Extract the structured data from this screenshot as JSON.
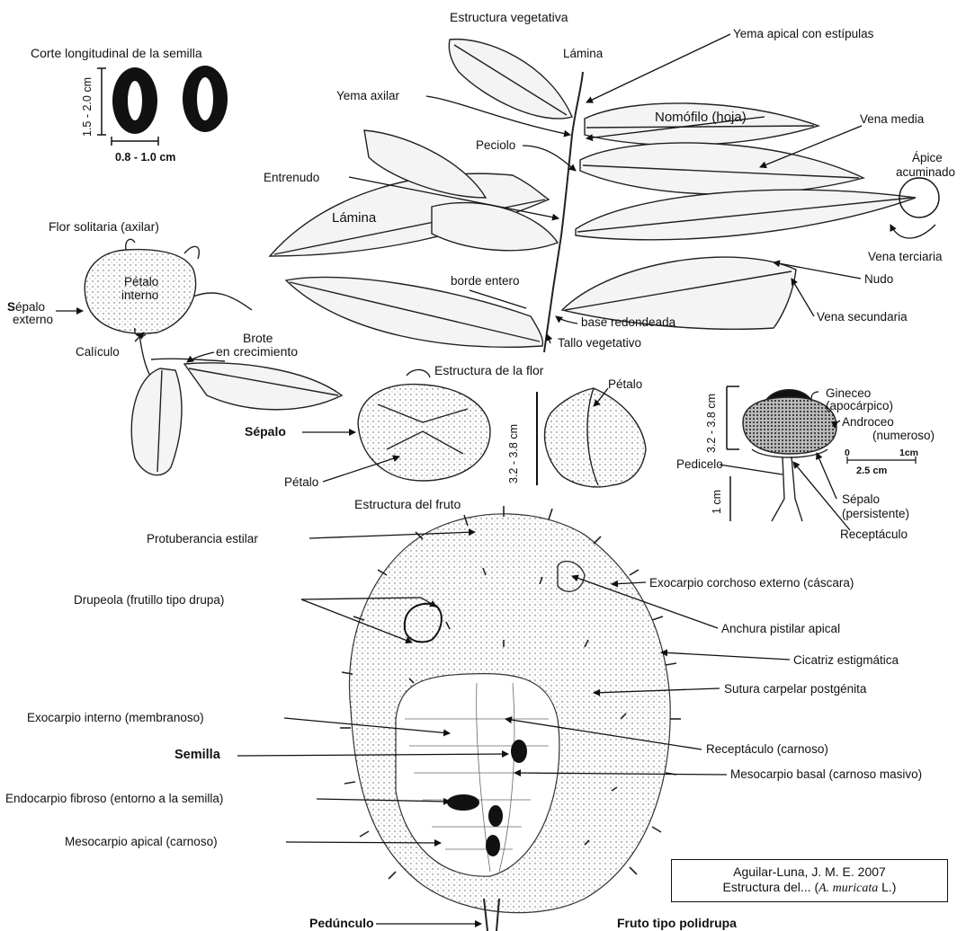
{
  "seed": {
    "title": "Corte longitudinal de la semilla",
    "length": "1.5 - 2.0 cm",
    "width": "0.8 - 1.0 cm"
  },
  "vegetative": {
    "title": "Estructura vegetativa",
    "labels": {
      "lamina_top": "Lámina",
      "yema_apical": "Yema apical con estípulas",
      "yema_axilar": "Yema axilar",
      "nomofilo": "Nomófilo (hoja)",
      "vena_media": "Vena media",
      "peciolo": "Peciolo",
      "apice_1": "Ápice",
      "apice_2": "acuminado",
      "entrenudo": "Entrenudo",
      "lamina_left": "Lámina",
      "vena_terciaria": "Vena terciaria",
      "nudo": "Nudo",
      "borde_entero": "borde entero",
      "vena_secundaria": "Vena secundaria",
      "base_redondeada": "base redondeada",
      "tallo_vegetativo": "Tallo vegetativo"
    }
  },
  "solitary_flower": {
    "title": "Flor solitaria (axilar)",
    "petalo_1": "Pétalo",
    "petalo_2": "interno",
    "sepalo_s": "S",
    "sepalo_rest": "épalo",
    "externo": "externo",
    "caliculo": "Calículo",
    "brote_1": "Brote",
    "brote_2": "en crecimiento"
  },
  "flower_structure": {
    "title": "Estructura de la flor",
    "sepalo": "Sépalo",
    "petalo": "Pétalo",
    "petalo_right": "Pétalo",
    "size": "3.2 - 3.8 cm"
  },
  "gynoecium": {
    "size": "3.2 - 3.8 cm",
    "gineceo": "Gineceo",
    "apocarpico": "(apocárpico)",
    "androceo": "Androceo",
    "numeroso": "(numeroso)",
    "scale_zero": "0",
    "scale_one": "1cm",
    "scale_len": "2.5 cm",
    "pedicelo": "Pedicelo",
    "one_cm": "1 cm",
    "sepalo": "Sépalo",
    "persistente": "(persistente)",
    "receptaculo": "Receptáculo"
  },
  "fruit": {
    "title": "Estructura del fruto",
    "protuberancia": "Protuberancia estilar",
    "exocarpio_corchoso": "Exocarpio corchoso externo (cáscara)",
    "drupeola": "Drupeola (frutillo tipo drupa)",
    "anchura": "Anchura pistilar apical",
    "cicatriz": "Cicatriz estigmática",
    "sutura": "Sutura carpelar postgénita",
    "exocarpio_interno": "Exocarpio interno (membranoso)",
    "receptaculo": "Receptáculo (carnoso)",
    "semilla": "Semilla",
    "mesocarpio_basal": "Mesocarpio basal (carnoso masivo)",
    "endocarpio": "Endocarpio fibroso (entorno a la semilla)",
    "mesocarpio_apical": "Mesocarpio apical (carnoso)",
    "pedunculo": "Pedúnculo",
    "fruto_tipo": "Fruto tipo polidrupa"
  },
  "citation": {
    "line1": "Aguilar-Luna, J. M. E. 2007",
    "line2_pre": "Estructura del... (",
    "line2_sp": "A. muricata",
    "line2_post": " L.)"
  }
}
